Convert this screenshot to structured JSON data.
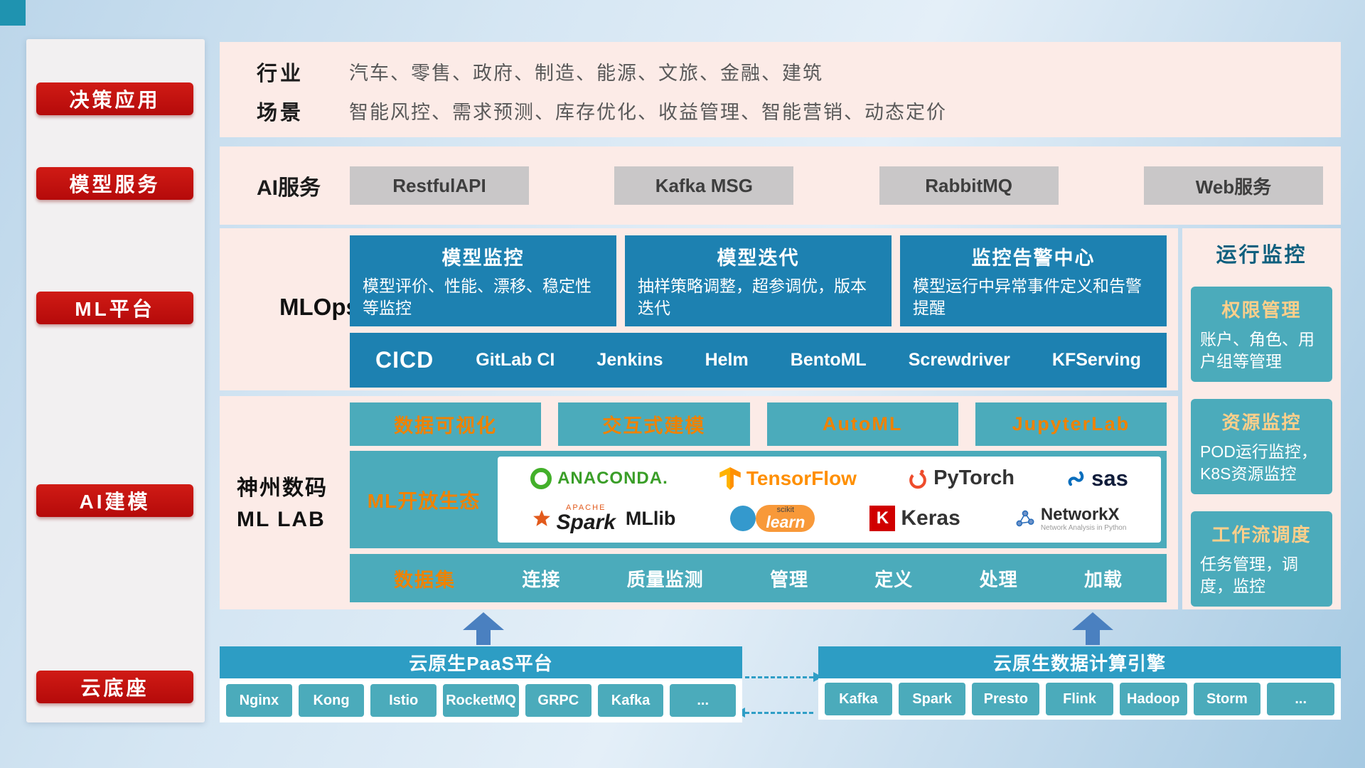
{
  "colors": {
    "red_button": "#c11010",
    "dark_teal_card": "#1d81b1",
    "teal_card": "#4babbb",
    "cloud_header_teal": "#2d9dc4",
    "pink_panel": "#fcebe7",
    "orange_accent": "#ef8200",
    "arrow_blue": "#4a80c0",
    "monitor_title": "#0e5f7e"
  },
  "sidebar": {
    "items": [
      {
        "label": "决策应用"
      },
      {
        "label": "模型服务"
      },
      {
        "label": "ML平台"
      },
      {
        "label": "AI建模"
      },
      {
        "label": "云底座"
      }
    ]
  },
  "industry_row": {
    "rows": [
      {
        "label": "行业",
        "content": "汽车、零售、政府、制造、能源、文旅、金融、建筑"
      },
      {
        "label": "场景",
        "content": "智能风控、需求预测、库存优化、收益管理、智能营销、动态定价"
      }
    ]
  },
  "ai_service_row": {
    "label": "AI服务",
    "buttons": [
      "RestfulAPI",
      "Kafka MSG",
      "RabbitMQ",
      "Web服务"
    ]
  },
  "mlops": {
    "label": "MLOps",
    "cards": [
      {
        "title": "模型监控",
        "desc": "模型评价、性能、漂移、稳定性等监控"
      },
      {
        "title": "模型迭代",
        "desc": "抽样策略调整，超参调优，版本迭代"
      },
      {
        "title": "监控告警中心",
        "desc": "模型运行中异常事件定义和告警提醒"
      }
    ],
    "cicd": {
      "label": "CICD",
      "items": [
        "GitLab CI",
        "Jenkins",
        "Helm",
        "BentoML",
        "Screwdriver",
        "KFServing"
      ]
    }
  },
  "mllab": {
    "label_line1": "神州数码",
    "label_line2": "ML LAB",
    "top_buttons": [
      "数据可视化",
      "交互式建模",
      "AutoML",
      "JupyterLab"
    ],
    "ecosystem": {
      "label": "ML开放生态",
      "logos": {
        "anaconda": "ANACONDA.",
        "tensorflow": "TensorFlow",
        "pytorch": "PyTorch",
        "sas": "sas",
        "apache": "APACHE",
        "spark": "Spark",
        "mllib": "MLlib",
        "scikit_top": "scikit",
        "scikit_learn": "learn",
        "keras_k": "K",
        "keras": "Keras",
        "networkx": "NetworkX",
        "networkx_sub": "Network Analysis in Python"
      }
    },
    "data_bar": {
      "label": "数据集",
      "items": [
        "连接",
        "质量监测",
        "管理",
        "定义",
        "处理",
        "加载"
      ]
    }
  },
  "monitor": {
    "title": "运行监控",
    "cards": [
      {
        "title": "权限管理",
        "desc": "账户、角色、用户组等管理"
      },
      {
        "title": "资源监控",
        "desc": "POD运行监控，K8S资源监控"
      },
      {
        "title": "工作流调度",
        "desc": "任务管理，调度，监控"
      }
    ]
  },
  "cloud": {
    "paas": {
      "title": "云原生PaaS平台",
      "items": [
        "Nginx",
        "Kong",
        "Istio",
        "RocketMQ",
        "GRPC",
        "Kafka",
        "..."
      ]
    },
    "engine": {
      "title": "云原生数据计算引擎",
      "items": [
        "Kafka",
        "Spark",
        "Presto",
        "Flink",
        "Hadoop",
        "Storm",
        "..."
      ]
    }
  }
}
